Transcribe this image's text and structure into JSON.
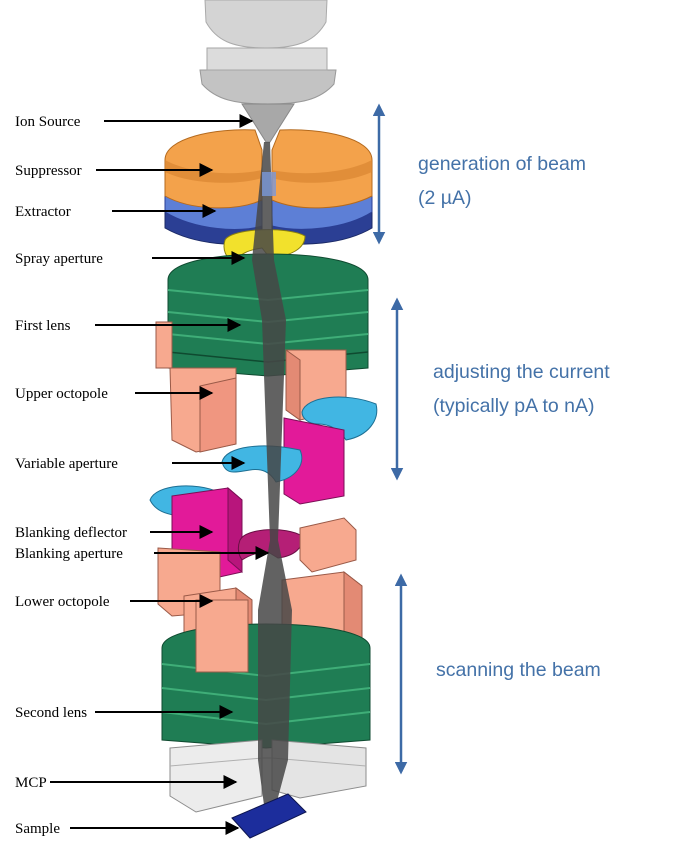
{
  "colors": {
    "suppressor": "#f3a24b",
    "extractor": "#3b55b0",
    "spray_aperture": "#f2e12c",
    "lens": "#1f7d54",
    "octopole": "#f7a98f",
    "variable_aperture": "#41b6e3",
    "blanking_deflector": "#e21a99",
    "blanking_aperture": "#b51f76",
    "mcp": "#e9e9e9",
    "sample": "#1c2d9c",
    "source": "#cfcfcf",
    "beam": "#404040",
    "stage_text": "#4472a8",
    "stage_arrow": "#3d6aa6"
  },
  "labels": {
    "ion_source": "Ion Source",
    "suppressor": "Suppressor",
    "extractor": "Extractor",
    "spray_aperture": "Spray aperture",
    "first_lens": "First lens",
    "upper_octopole": "Upper octopole",
    "variable_aperture": "Variable aperture",
    "blanking_deflector": "Blanking deflector",
    "blanking_aperture": "Blanking aperture",
    "lower_octopole": "Lower octopole",
    "second_lens": "Second lens",
    "mcp": "MCP",
    "sample": "Sample"
  },
  "stages": {
    "generation": {
      "line1": "generation of beam",
      "line2": "(2 µA)"
    },
    "adjusting": {
      "line1": "adjusting the current",
      "line2": "(typically pA to nA)"
    },
    "scanning": {
      "line1": "scanning the beam"
    }
  },
  "icons": {
    "stage_arrow": "double-headed-vertical-arrow",
    "leader": "arrow-right"
  }
}
